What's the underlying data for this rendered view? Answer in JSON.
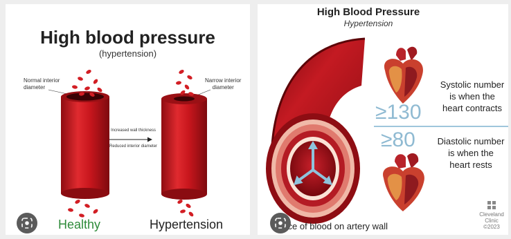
{
  "left_panel": {
    "title": "High blood pressure",
    "subtitle": "(hypertension)",
    "normal_label_line1": "Normal interior",
    "normal_label_line2": "diameter",
    "narrow_label_line1": "Narrow interior",
    "narrow_label_line2": "diameter",
    "arrow_top_text": "Increased wall thickness",
    "arrow_bottom_text": "Reduced interior diameter",
    "healthy_label": "Healthy",
    "hypertension_label": "Hypertension"
  },
  "right_panel": {
    "title": "High Blood Pressure",
    "subtitle": "Hypertension",
    "systolic_value": "≥130",
    "systolic_line1": "Systolic number",
    "systolic_line2": "is when the",
    "systolic_line3": "heart contracts",
    "diastolic_value": "≥80",
    "diastolic_line1": "Diastolic number",
    "diastolic_line2": "is when the",
    "diastolic_line3": "heart rests",
    "caption": "Force of blood on artery wall",
    "brand_line1": "Cleveland",
    "brand_line2": "Clinic",
    "brand_year": "©2023"
  },
  "colors": {
    "artery_red": "#c8161d",
    "healthy_green": "#2e8b3a",
    "accent_blue": "#9fc6dc",
    "value_blue": "#8fbad2"
  },
  "icons": [
    "visual-search-icon",
    "heart-illustration",
    "arrow-right-icon",
    "cleveland-clinic-logo-icon"
  ]
}
